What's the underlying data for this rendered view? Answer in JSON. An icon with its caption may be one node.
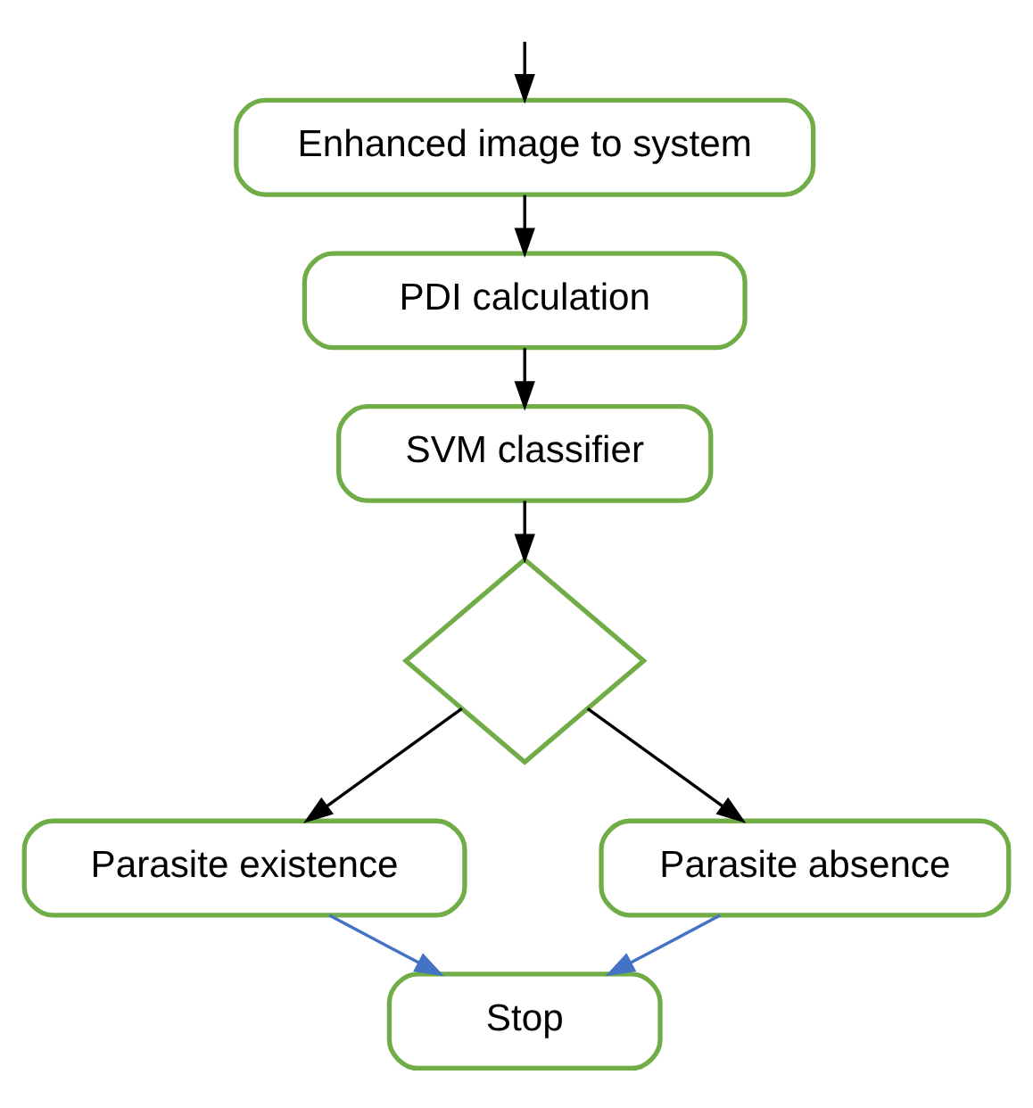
{
  "diagram": {
    "nodes": [
      {
        "text": [
          "Enhanced image to system"
        ]
      },
      {
        "text": [
          "PDI calculation"
        ]
      },
      {
        "text": [
          "SVM classifier"
        ]
      },
      {
        "text": [],
        "shape": "diamond"
      },
      {
        "text": [
          "Parasite existence"
        ]
      },
      {
        "text": [
          "Parasite absence"
        ]
      },
      {
        "text": [
          "Stop"
        ]
      }
    ],
    "edges": [
      {
        "from": null,
        "to": 0,
        "arrow": "to"
      },
      {
        "from": 0,
        "to": 1,
        "arrow": "to"
      },
      {
        "from": 1,
        "to": 2,
        "arrow": "to"
      },
      {
        "from": 2,
        "to": 3,
        "arrow": "to"
      },
      {
        "from": 3,
        "to": 4,
        "arrow": "to"
      },
      {
        "from": 3,
        "to": 5,
        "arrow": "to"
      },
      {
        "from": 4,
        "to": 6,
        "arrow": "to",
        "color": "#4472c4"
      },
      {
        "from": 5,
        "to": 6,
        "arrow": "to",
        "color": "#4472c4"
      }
    ]
  }
}
